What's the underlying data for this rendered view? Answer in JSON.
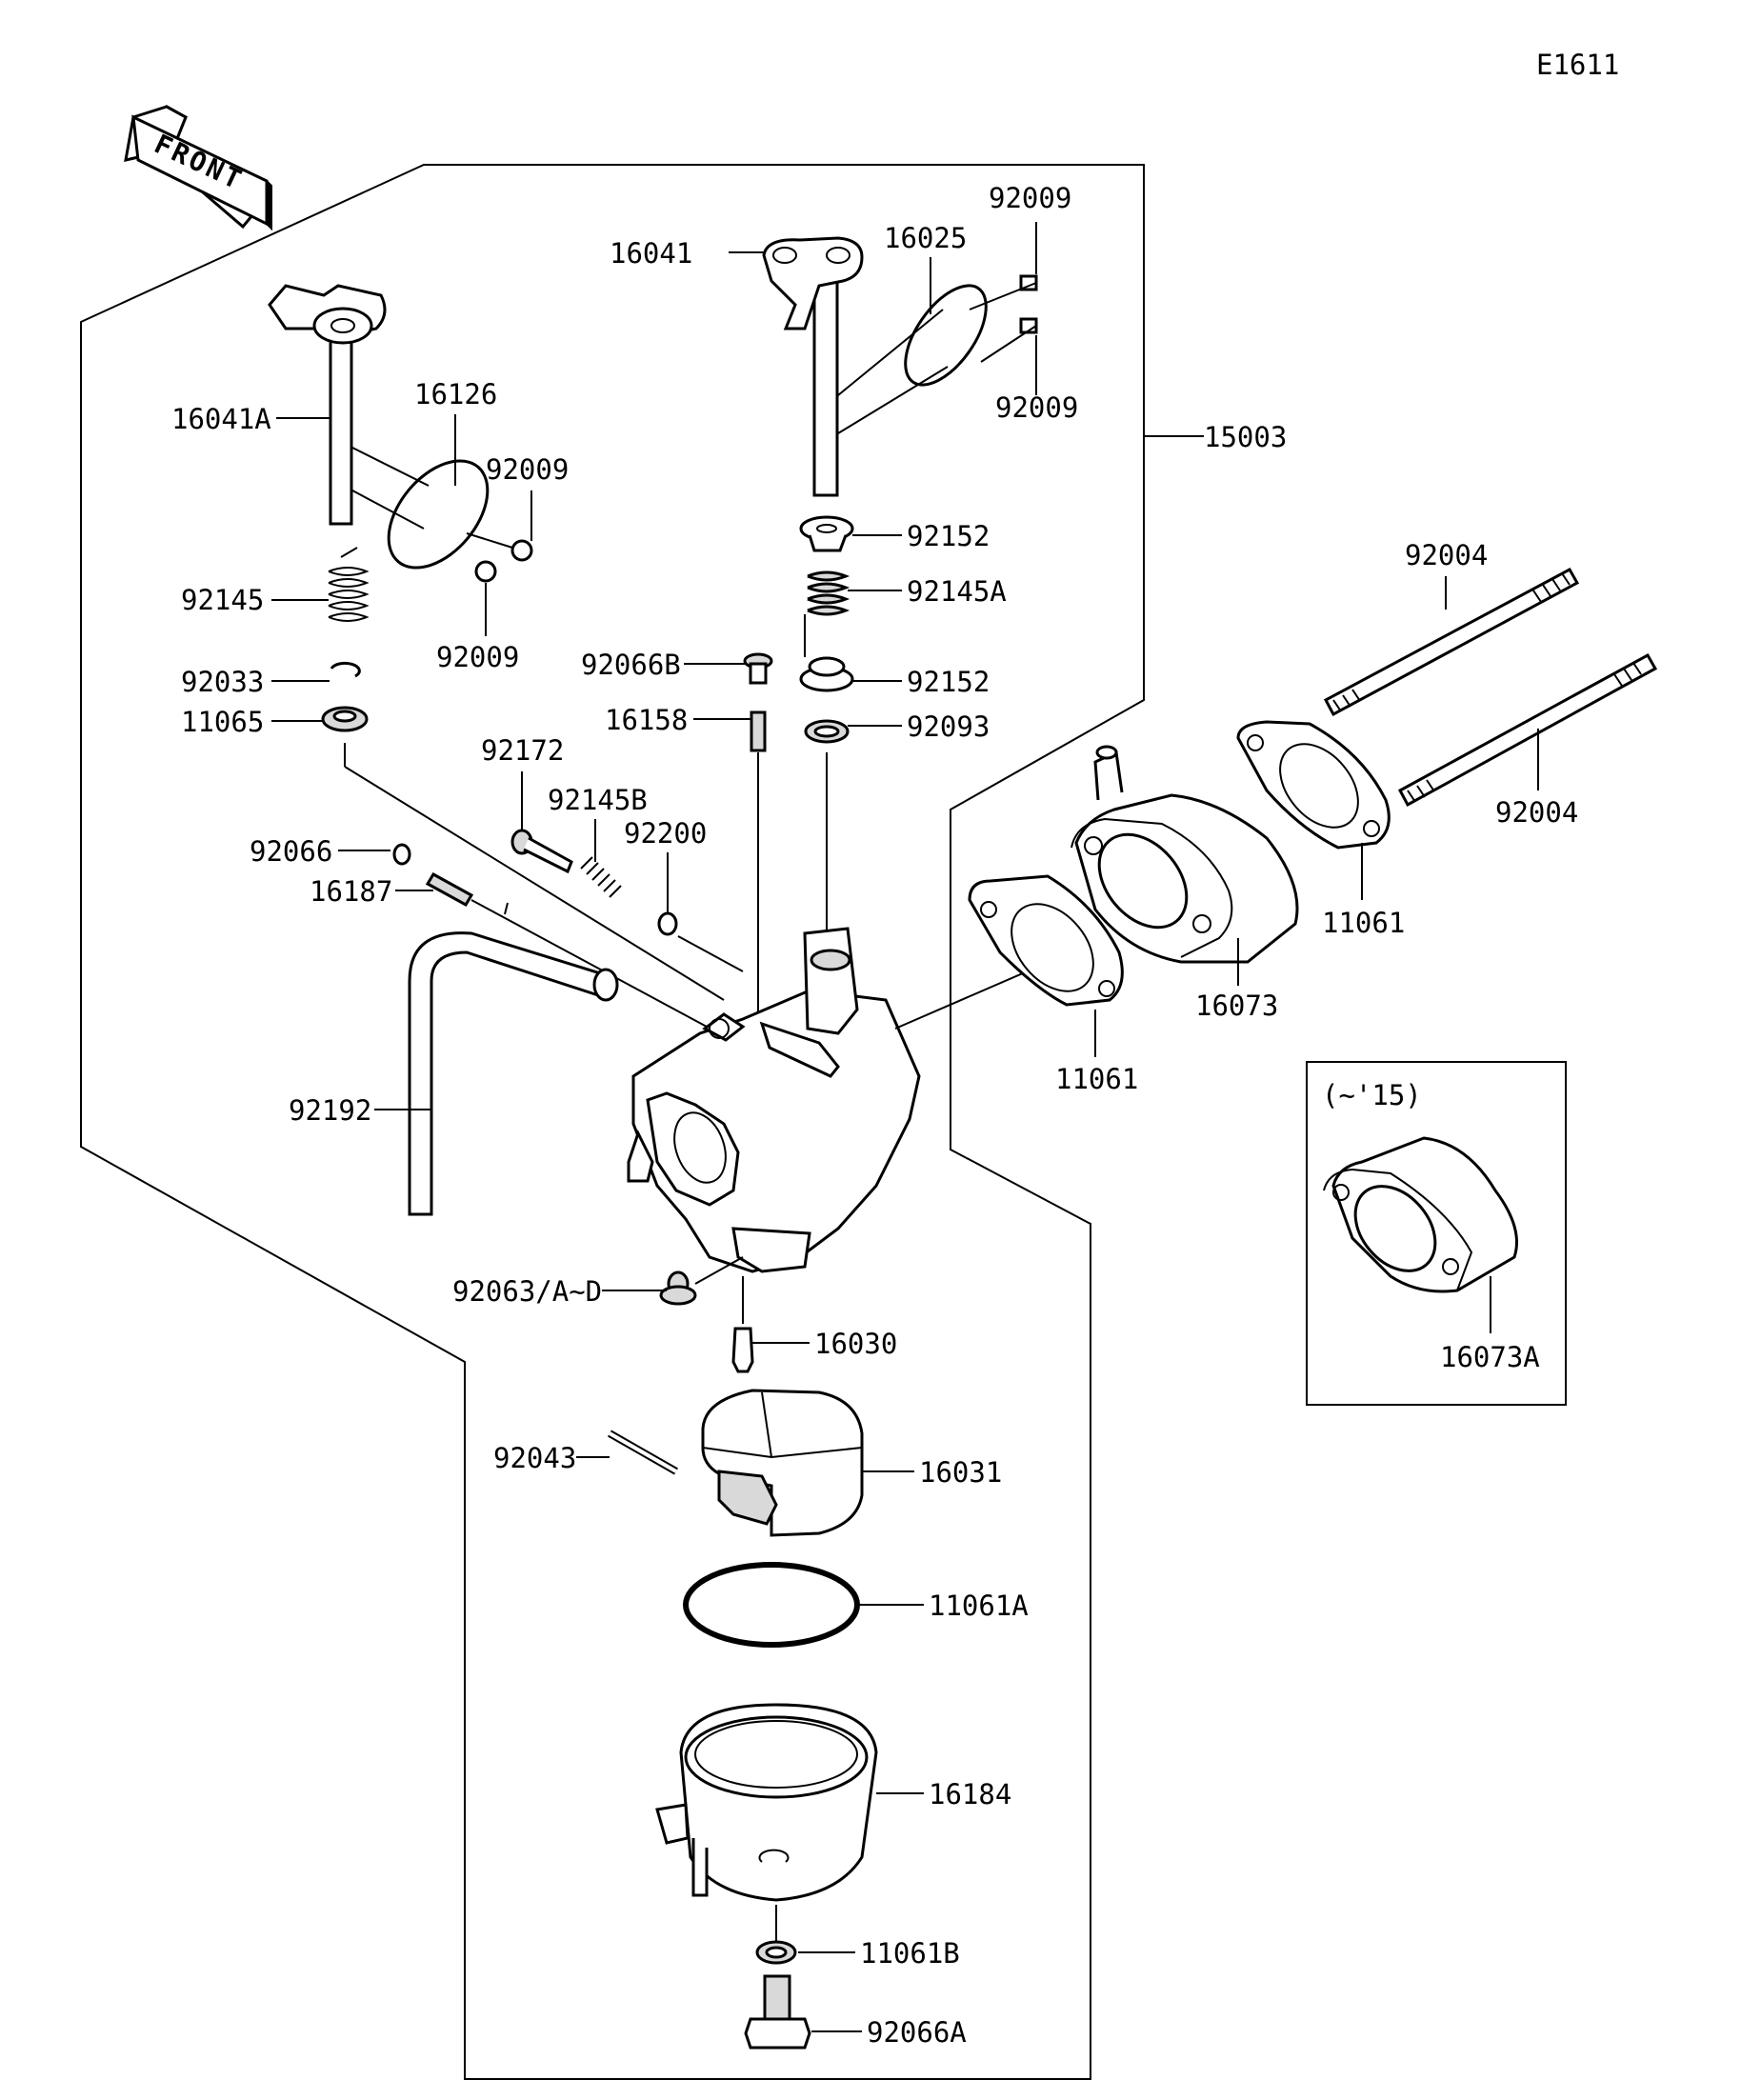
{
  "diagram": {
    "code": "E1611",
    "front_label": "FRONT",
    "inset_note": "(~'15)",
    "parts": [
      {
        "id": "p16041",
        "label": "16041"
      },
      {
        "id": "p16025",
        "label": "16025"
      },
      {
        "id": "p92009a",
        "label": "92009"
      },
      {
        "id": "p92009b",
        "label": "92009"
      },
      {
        "id": "p15003",
        "label": "15003"
      },
      {
        "id": "p16041A",
        "label": "16041A"
      },
      {
        "id": "p16126",
        "label": "16126"
      },
      {
        "id": "p92009c",
        "label": "92009"
      },
      {
        "id": "p92009d",
        "label": "92009"
      },
      {
        "id": "p92145",
        "label": "92145"
      },
      {
        "id": "p92033",
        "label": "92033"
      },
      {
        "id": "p11065",
        "label": "11065"
      },
      {
        "id": "p92152a",
        "label": "92152"
      },
      {
        "id": "p92145A",
        "label": "92145A"
      },
      {
        "id": "p92066B",
        "label": "92066B"
      },
      {
        "id": "p92152b",
        "label": "92152"
      },
      {
        "id": "p16158",
        "label": "16158"
      },
      {
        "id": "p92093",
        "label": "92093"
      },
      {
        "id": "p92172",
        "label": "92172"
      },
      {
        "id": "p92145B",
        "label": "92145B"
      },
      {
        "id": "p92200",
        "label": "92200"
      },
      {
        "id": "p92066",
        "label": "92066"
      },
      {
        "id": "p16187",
        "label": "16187"
      },
      {
        "id": "p92192",
        "label": "92192"
      },
      {
        "id": "p92004a",
        "label": "92004"
      },
      {
        "id": "p92004b",
        "label": "92004"
      },
      {
        "id": "p11061a",
        "label": "11061"
      },
      {
        "id": "p16073",
        "label": "16073"
      },
      {
        "id": "p11061b",
        "label": "11061"
      },
      {
        "id": "p16073A",
        "label": "16073A"
      },
      {
        "id": "p92063",
        "label": "92063/A~D"
      },
      {
        "id": "p16030",
        "label": "16030"
      },
      {
        "id": "p92043",
        "label": "92043"
      },
      {
        "id": "p16031",
        "label": "16031"
      },
      {
        "id": "p11061A",
        "label": "11061A"
      },
      {
        "id": "p16184",
        "label": "16184"
      },
      {
        "id": "p11061B",
        "label": "11061B"
      },
      {
        "id": "p92066A",
        "label": "92066A"
      }
    ]
  }
}
